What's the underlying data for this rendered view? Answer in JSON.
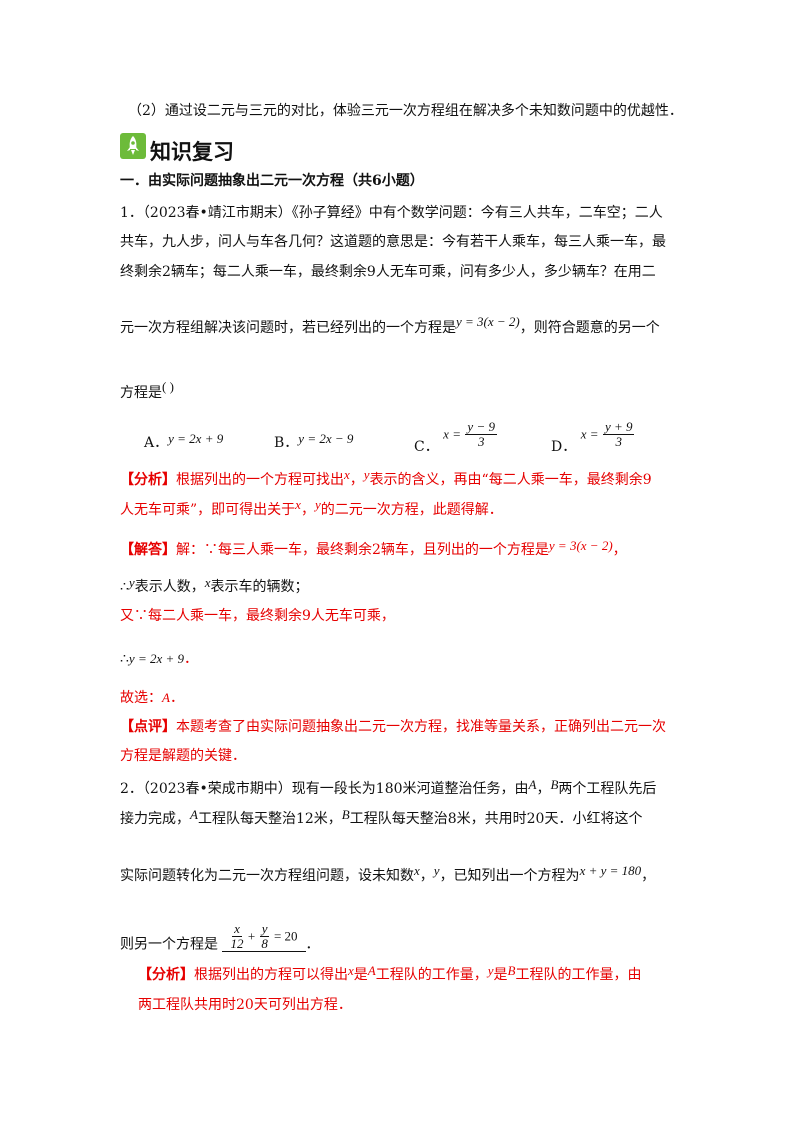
{
  "intro_line": "（2）通过设二元与三元的对比，体验三元一次方程组在解决多个未知数问题中的优越性．",
  "section_title": "知识复习",
  "subsection_title": "一．由实际问题抽象出二元一次方程（共6小题）",
  "q1": {
    "line1": "1．（2023春•靖江市期末）《孙子算经》中有个数学问题：今有三人共车，二车空；二人",
    "line2": "共车，九人步，问人与车各几何？这道题的意思是：今有若干人乘车，每三人乘一车，最",
    "line3": "终剩余2辆车；每二人乘一车，最终剩余9人无车可乘，问有多少人，多少辆车？在用二",
    "line4_pre": "元一次方程组解决该问题时，若已经列出的一个方程是",
    "line4_eq": "y = 3(x − 2)",
    "line4_post": "，则符合题意的另一个",
    "line5": "方程是",
    "line5_paren": "(       )",
    "options": {
      "a_label": "A．",
      "a_eq": "y = 2x + 9",
      "b_label": "B．",
      "b_eq": "y = 2x − 9",
      "c_label": "C．",
      "c_lhs": "x =",
      "c_num": "y − 9",
      "c_den": "3",
      "d_label": "D．",
      "d_lhs": "x =",
      "d_num": "y + 9",
      "d_den": "3"
    },
    "analysis_tag": "【分析】",
    "analysis_1a": "根据列出的一个方程可找出",
    "analysis_1b": "x",
    "analysis_1c": "，",
    "analysis_1d": "y",
    "analysis_1e": "表示的含义，再由“每二人乘一车，最终剩余9",
    "analysis_2a": "人无车可乘”，即可得出关于",
    "analysis_2b": "x",
    "analysis_2c": "，",
    "analysis_2d": "y",
    "analysis_2e": "的二元一次方程，此题得解．",
    "answer_tag": "【解答】",
    "answer_1": "解：∵每三人乘一车，最终剩余2辆车，且列出的一个方程是",
    "answer_1_eq": "y = 3(x − 2)",
    "answer_1_end": "，",
    "answer_2a": "∴",
    "answer_2b": "y",
    "answer_2c": "表示人数，",
    "answer_2d": "x",
    "answer_2e": "表示车的辆数；",
    "answer_3": "又∵每二人乘一车，最终剩余9人无车可乘，",
    "answer_4a": "∴",
    "answer_4b": "y = 2x + 9",
    "answer_4c": "．",
    "choice_a": "故选：",
    "choice_b": "A",
    "choice_c": "．",
    "comment_tag": "【点评】",
    "comment_1": "本题考查了由实际问题抽象出二元一次方程，找准等量关系，正确列出二元一次",
    "comment_2": "方程是解题的关键．"
  },
  "q2": {
    "line1a": "2．（2023春•荣成市期中）现有一段长为180米河道整治任务，由",
    "line1b": "A",
    "line1c": "，",
    "line1d": "B",
    "line1e": "两个工程队先后",
    "line2a": "接力完成，",
    "line2b": "A",
    "line2c": "工程队每天整治12米，",
    "line2d": "B",
    "line2e": "工程队每天整治8米，共用时20天．小红将这个",
    "line3a": "实际问题转化为二元一次方程组问题，设未知数",
    "line3b": "x",
    "line3c": "，",
    "line3d": "y",
    "line3e": "，已知列出一个方程为",
    "line3f": "x + y = 180",
    "line3g": "，",
    "line4a": "则另一个方程是",
    "frac1_num": "x",
    "frac1_den": "12",
    "plus": "+",
    "frac2_num": "y",
    "frac2_den": "8",
    "eq_rhs": "= 20",
    "line4_end": "．",
    "analysis_tag": "【分析】",
    "analysis_1a": "根据列出的方程可以得出",
    "analysis_1b": "x",
    "analysis_1c": "是",
    "analysis_1d": "A",
    "analysis_1e": "工程队的工作量，",
    "analysis_1f": "y",
    "analysis_1g": "是",
    "analysis_1h": "B",
    "analysis_1i": "工程队的工作量，由",
    "analysis_2": "两工程队共用时20天可列出方程．"
  },
  "colors": {
    "red": "#e60000",
    "icon_green": "#6dbb3a"
  },
  "icon": "rocket-icon"
}
